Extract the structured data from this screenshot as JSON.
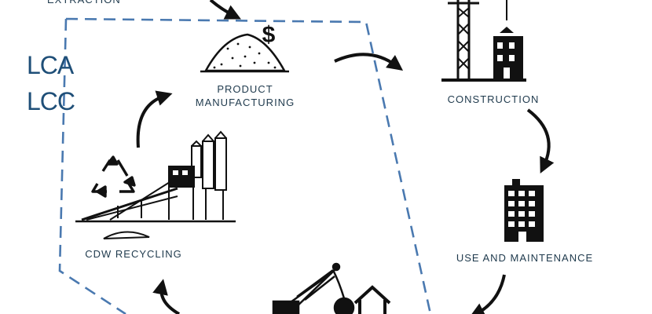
{
  "labels": {
    "extraction": "EXTRACTION",
    "product_line1": "PRODUCT",
    "product_line2": "MANUFACTURING",
    "construction": "CONSTRUCTION",
    "use_maintenance": "USE AND MAINTENANCE",
    "cdw_recycling": "CDW RECYCLING",
    "lca": "LCA",
    "lcc": "LCC"
  },
  "icons": {
    "dollar_symbol": "$"
  },
  "colors": {
    "ink": "#111111",
    "label_text": "#1f3a4d",
    "boundary_dash": "#4a79b0",
    "lca_lcc_text": "#1f4f78"
  }
}
